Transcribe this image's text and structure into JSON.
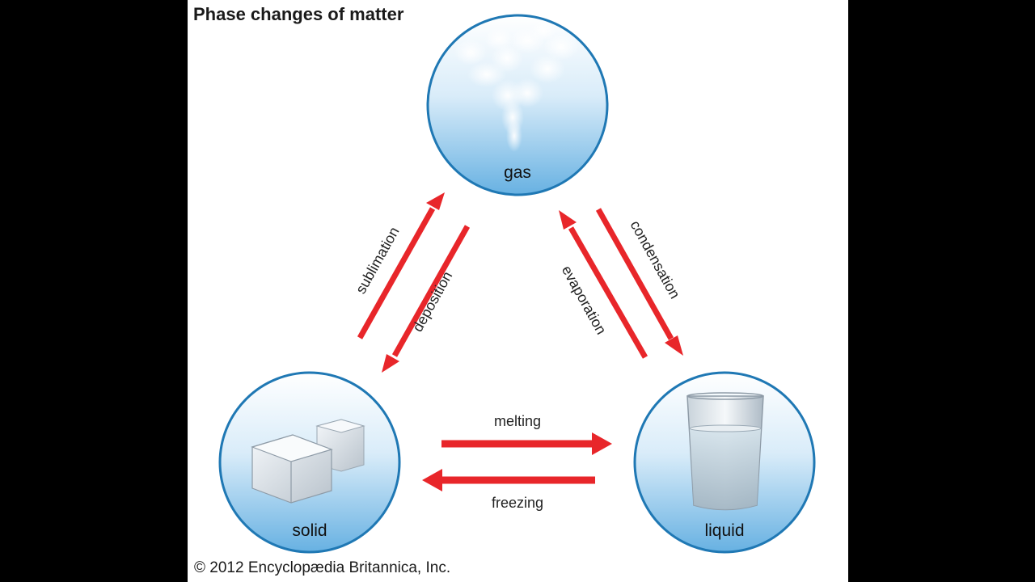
{
  "title": "Phase changes of matter",
  "copyright": "© 2012 Encyclopædia Britannica, Inc.",
  "nodes": {
    "gas": {
      "label": "gas",
      "icon": "vapor-cloud-icon"
    },
    "solid": {
      "label": "solid",
      "icon": "ice-cubes-icon"
    },
    "liquid": {
      "label": "liquid",
      "icon": "water-glass-icon"
    }
  },
  "processes": {
    "sublimation": {
      "label": "sublimation",
      "from": "solid",
      "to": "gas"
    },
    "deposition": {
      "label": "deposition",
      "from": "gas",
      "to": "solid"
    },
    "evaporation": {
      "label": "evaporation",
      "from": "liquid",
      "to": "gas"
    },
    "condensation": {
      "label": "condensation",
      "from": "gas",
      "to": "liquid"
    },
    "melting": {
      "label": "melting",
      "from": "solid",
      "to": "liquid"
    },
    "freezing": {
      "label": "freezing",
      "from": "liquid",
      "to": "solid"
    }
  },
  "colors": {
    "arrow": "#e8262a",
    "circle_border": "#1f78b4",
    "circle_fill_top": "#ffffff",
    "circle_fill_bottom": "#6fb6e4"
  }
}
